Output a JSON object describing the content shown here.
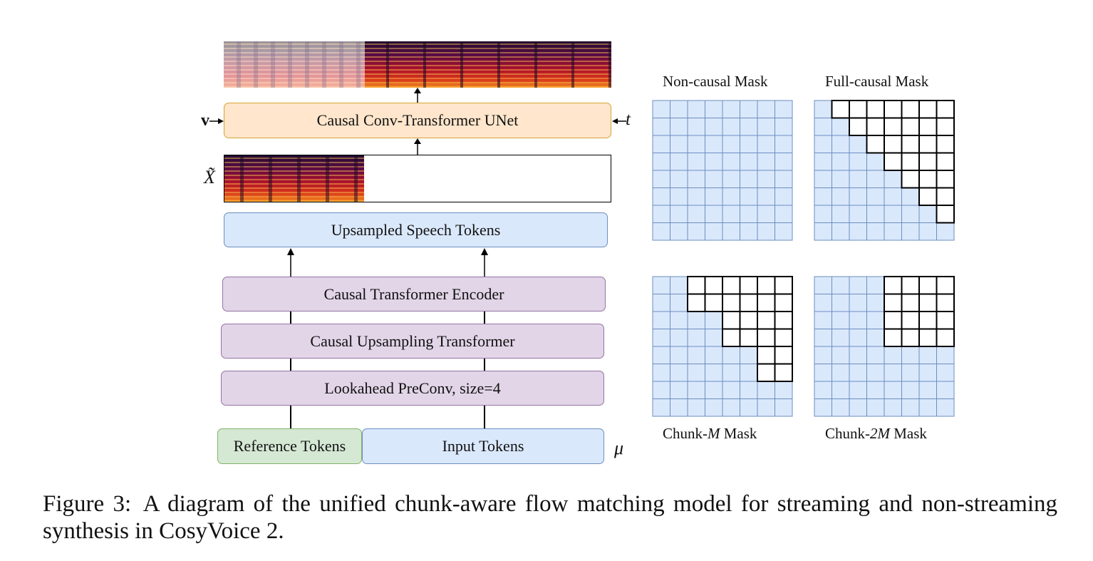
{
  "diagram": {
    "output_spectrogram": {
      "name": "output-mel-spectrogram",
      "reference_part": "faded",
      "generated_part": "full"
    },
    "unet": {
      "label": "Causal Conv-Transformer UNet",
      "left_input": "v",
      "right_input": "t"
    },
    "masked_input": {
      "symbol": "X̃",
      "filled_fraction": 0.36
    },
    "upsampled": {
      "label": "Upsampled Speech Tokens"
    },
    "encoder": {
      "label": "Causal Transformer Encoder"
    },
    "upsampling": {
      "label": "Causal Upsampling Transformer"
    },
    "preconv": {
      "label": "Lookahead PreConv, size=4"
    },
    "reference_tokens": {
      "label": "Reference Tokens"
    },
    "input_tokens": {
      "label": "Input Tokens"
    },
    "mu": {
      "symbol": "μ"
    }
  },
  "masks": {
    "size": 8,
    "colors": {
      "visible": "#dae8fc",
      "visible_border": "#6c8ebf",
      "masked": "#ffffff",
      "masked_border": "#000000"
    },
    "items": [
      {
        "id": "non-causal",
        "title_pre": "Non-causal Mask",
        "title_it": "",
        "title_post": "",
        "type": "non-causal",
        "chunk": 0
      },
      {
        "id": "full-causal",
        "title_pre": "Full-causal Mask",
        "title_it": "",
        "title_post": "",
        "type": "causal",
        "chunk": 1
      },
      {
        "id": "chunk-m",
        "title_pre": "Chunk-",
        "title_it": "M",
        "title_post": " Mask",
        "type": "chunk",
        "chunk": 2
      },
      {
        "id": "chunk-2m",
        "title_pre": "Chunk-",
        "title_it": "2M",
        "title_post": " Mask",
        "type": "chunk",
        "chunk": 4
      }
    ]
  },
  "caption": {
    "text": "Figure 3: A diagram of the unified chunk-aware flow matching model for streaming and non-streaming synthesis in CosyVoice 2."
  }
}
